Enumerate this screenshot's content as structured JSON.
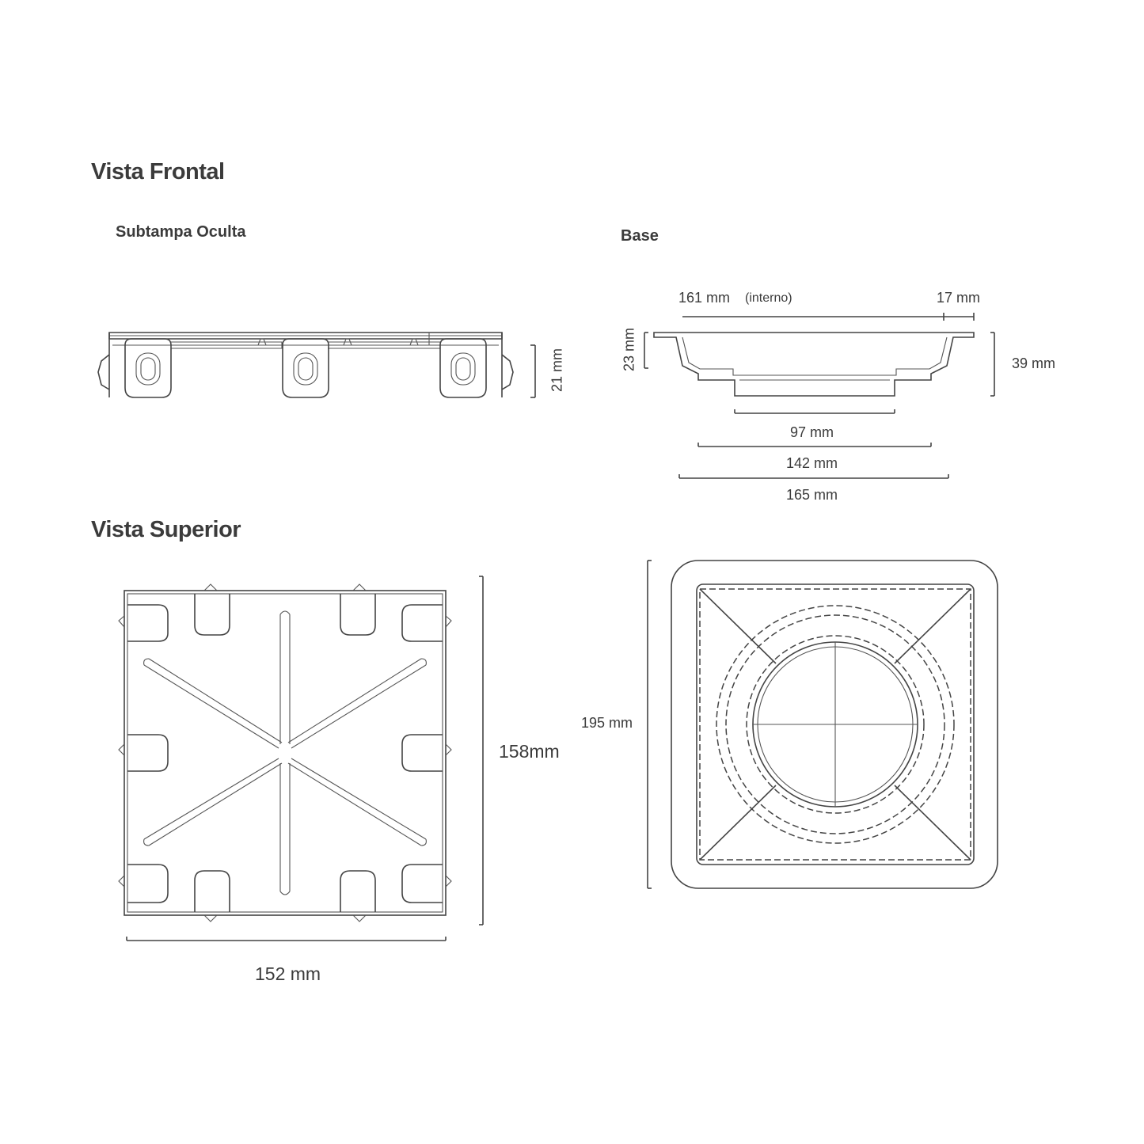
{
  "sections": {
    "front_title": "Vista Frontal",
    "top_title": "Vista Superior"
  },
  "front": {
    "subtampa_label": "Subtampa Oculta",
    "subtampa_height": "21 mm",
    "base_label": "Base",
    "base_inner_width": "161 mm",
    "base_inner_note": "(interno)",
    "base_flange": "17 mm",
    "base_depth_inner": "23 mm",
    "base_height": "39 mm",
    "base_outlet": "97 mm",
    "base_mid": "142 mm",
    "base_outer": "165 mm"
  },
  "top": {
    "subtampa_height": "158mm",
    "subtampa_width": "152 mm",
    "base_size": "195 mm"
  },
  "colors": {
    "line": "#444444",
    "text": "#3b3b3b",
    "background": "#ffffff"
  }
}
